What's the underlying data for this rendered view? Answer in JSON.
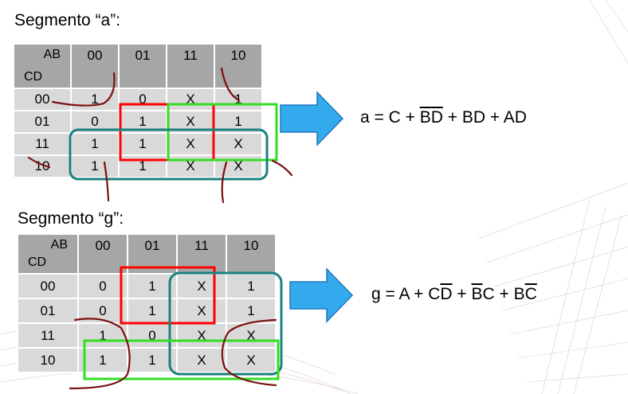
{
  "segment_a": {
    "title": "Segmento “a”:",
    "header_ab": "AB",
    "header_cd": "CD",
    "columns": [
      "00",
      "01",
      "11",
      "10"
    ],
    "rows": [
      {
        "label": "00",
        "cells": [
          "1",
          "0",
          "X",
          "1"
        ]
      },
      {
        "label": "01",
        "cells": [
          "0",
          "1",
          "X",
          "1"
        ]
      },
      {
        "label": "11",
        "cells": [
          "1",
          "1",
          "X",
          "X"
        ]
      },
      {
        "label": "10",
        "cells": [
          "1",
          "1",
          "X",
          "X"
        ]
      }
    ],
    "equation": {
      "lhs": "a = C + ",
      "t1": "B",
      "t2": "D",
      "rest": " + BD + AD"
    },
    "group_colors": [
      "#ff0000",
      "#33dd22",
      "#1a8080"
    ]
  },
  "segment_g": {
    "title": "Segmento “g”:",
    "header_ab": "AB",
    "header_cd": "CD",
    "columns": [
      "00",
      "01",
      "11",
      "10"
    ],
    "rows": [
      {
        "label": "00",
        "cells": [
          "0",
          "1",
          "X",
          "1"
        ]
      },
      {
        "label": "01",
        "cells": [
          "0",
          "1",
          "X",
          "1"
        ]
      },
      {
        "label": "11",
        "cells": [
          "1",
          "0",
          "X",
          "X"
        ]
      },
      {
        "label": "10",
        "cells": [
          "1",
          "1",
          "X",
          "X"
        ]
      }
    ],
    "equation": {
      "lhs": "g = A + C",
      "t1": "D",
      "mid": " + ",
      "t2": "B",
      "mid2": "C + B",
      "t3": "C"
    },
    "group_colors": [
      "#ff0000",
      "#33dd22",
      "#1a8080"
    ]
  },
  "colors": {
    "arrow_fill": "#33aaee",
    "arrow_stroke": "#2277bb",
    "handwriting": "#7a1010"
  }
}
